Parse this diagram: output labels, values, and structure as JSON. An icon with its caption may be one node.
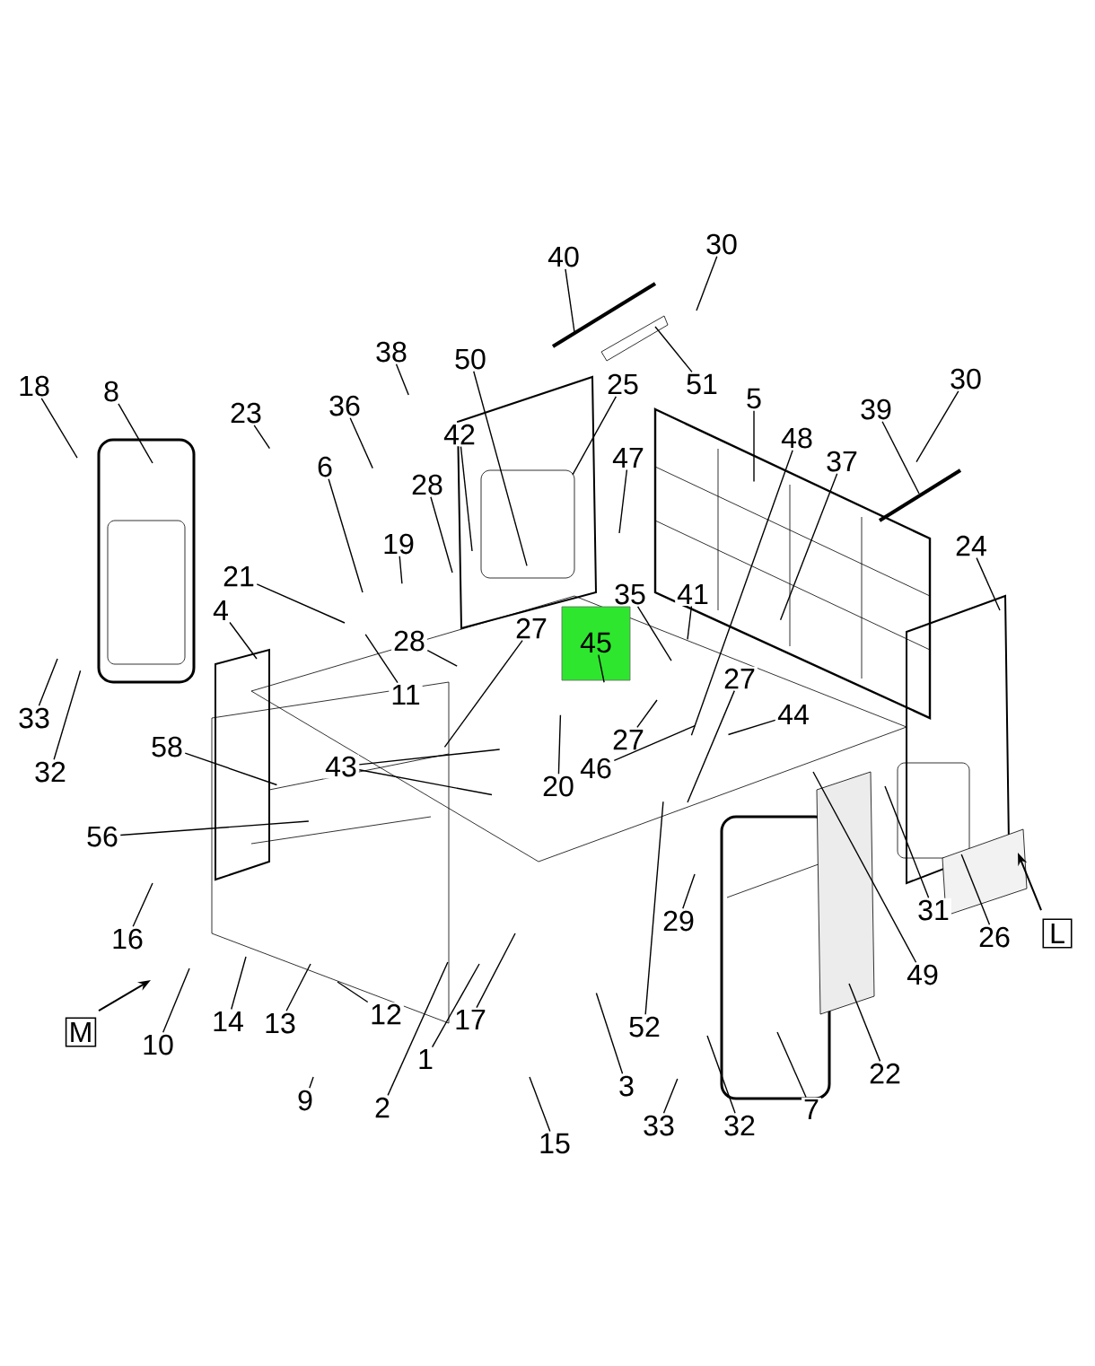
{
  "diagram": {
    "nodes": [
      {
        "text": [
          "30"
        ]
      },
      {
        "text": [
          "40"
        ]
      },
      {
        "text": [
          "38"
        ]
      },
      {
        "text": [
          "50"
        ]
      },
      {
        "text": [
          "30"
        ]
      },
      {
        "text": [
          "51"
        ]
      },
      {
        "text": [
          "25"
        ]
      },
      {
        "text": [
          "18"
        ]
      },
      {
        "text": [
          "8"
        ]
      },
      {
        "text": [
          "5"
        ]
      },
      {
        "text": [
          "36"
        ]
      },
      {
        "text": [
          "39"
        ]
      },
      {
        "text": [
          "23"
        ]
      },
      {
        "text": [
          "42"
        ]
      },
      {
        "text": [
          "48"
        ]
      },
      {
        "text": [
          "47"
        ]
      },
      {
        "text": [
          "6"
        ]
      },
      {
        "text": [
          "37"
        ]
      },
      {
        "text": [
          "28"
        ]
      },
      {
        "text": [
          "24"
        ]
      },
      {
        "text": [
          "19"
        ]
      },
      {
        "text": [
          "21"
        ]
      },
      {
        "text": [
          "35"
        ]
      },
      {
        "text": [
          "41"
        ]
      },
      {
        "text": [
          "4"
        ]
      },
      {
        "text": [
          "27"
        ]
      },
      {
        "text": [
          "28"
        ]
      },
      {
        "text": [
          "45"
        ]
      },
      {
        "text": [
          "27"
        ]
      },
      {
        "text": [
          "11"
        ]
      },
      {
        "text": [
          "44"
        ]
      },
      {
        "text": [
          "33"
        ]
      },
      {
        "text": [
          "27"
        ]
      },
      {
        "text": [
          "58"
        ]
      },
      {
        "text": [
          "43"
        ]
      },
      {
        "text": [
          "46"
        ]
      },
      {
        "text": [
          "32"
        ]
      },
      {
        "text": [
          "20"
        ]
      },
      {
        "text": [
          "56"
        ]
      },
      {
        "text": [
          "31"
        ]
      },
      {
        "text": [
          "29"
        ]
      },
      {
        "text": [
          "L"
        ]
      },
      {
        "text": [
          "26"
        ]
      },
      {
        "text": [
          "16"
        ]
      },
      {
        "text": [
          "49"
        ]
      },
      {
        "text": [
          "17"
        ]
      },
      {
        "text": [
          "12"
        ]
      },
      {
        "text": [
          "14"
        ]
      },
      {
        "text": [
          "13"
        ]
      },
      {
        "text": [
          "52"
        ]
      },
      {
        "text": [
          "M"
        ]
      },
      {
        "text": [
          "10"
        ]
      },
      {
        "text": [
          "1"
        ]
      },
      {
        "text": [
          "22"
        ]
      },
      {
        "text": [
          "3"
        ]
      },
      {
        "text": [
          "9"
        ]
      },
      {
        "text": [
          "2"
        ]
      },
      {
        "text": [
          "7"
        ]
      },
      {
        "text": [
          "33"
        ]
      },
      {
        "text": [
          "32"
        ]
      },
      {
        "text": [
          "15"
        ]
      }
    ],
    "edges": [
      {
        "from": 0,
        "to": null,
        "arrow": "none"
      },
      {
        "from": 1,
        "to": null,
        "arrow": "none"
      },
      {
        "from": 2,
        "to": null,
        "arrow": "none"
      },
      {
        "from": 3,
        "to": null,
        "arrow": "none"
      },
      {
        "from": 4,
        "to": null,
        "arrow": "none"
      },
      {
        "from": 5,
        "to": null,
        "arrow": "none"
      },
      {
        "from": 6,
        "to": null,
        "arrow": "none"
      },
      {
        "from": 7,
        "to": null,
        "arrow": "none"
      },
      {
        "from": 8,
        "to": null,
        "arrow": "none"
      },
      {
        "from": 9,
        "to": null,
        "arrow": "none"
      },
      {
        "from": 10,
        "to": null,
        "arrow": "none"
      },
      {
        "from": 11,
        "to": null,
        "arrow": "none"
      },
      {
        "from": 12,
        "to": null,
        "arrow": "none"
      },
      {
        "from": 13,
        "to": null,
        "arrow": "none"
      },
      {
        "from": 14,
        "to": null,
        "arrow": "none"
      },
      {
        "from": 15,
        "to": null,
        "arrow": "none"
      },
      {
        "from": 16,
        "to": null,
        "arrow": "none"
      },
      {
        "from": 17,
        "to": null,
        "arrow": "none"
      },
      {
        "from": 18,
        "to": null,
        "arrow": "none"
      },
      {
        "from": 19,
        "to": null,
        "arrow": "none"
      },
      {
        "from": 20,
        "to": null,
        "arrow": "none"
      },
      {
        "from": 21,
        "to": null,
        "arrow": "none"
      },
      {
        "from": 22,
        "to": null,
        "arrow": "none"
      },
      {
        "from": 23,
        "to": null,
        "arrow": "none"
      },
      {
        "from": 24,
        "to": null,
        "arrow": "none"
      },
      {
        "from": 25,
        "to": null,
        "arrow": "none"
      },
      {
        "from": 26,
        "to": null,
        "arrow": "none"
      },
      {
        "from": 27,
        "to": null,
        "arrow": "none"
      },
      {
        "from": 28,
        "to": null,
        "arrow": "none"
      },
      {
        "from": 29,
        "to": null,
        "arrow": "none"
      },
      {
        "from": 30,
        "to": null,
        "arrow": "none"
      },
      {
        "from": 31,
        "to": null,
        "arrow": "none"
      },
      {
        "from": 32,
        "to": null,
        "arrow": "none"
      },
      {
        "from": 33,
        "to": null,
        "arrow": "none"
      },
      {
        "from": 34,
        "to": null,
        "arrow": "none"
      },
      {
        "from": 34,
        "to": null,
        "arrow": "none"
      },
      {
        "from": 35,
        "to": null,
        "arrow": "none"
      },
      {
        "from": 36,
        "to": null,
        "arrow": "none"
      },
      {
        "from": 37,
        "to": null,
        "arrow": "none"
      },
      {
        "from": 38,
        "to": null,
        "arrow": "none"
      },
      {
        "from": 39,
        "to": null,
        "arrow": "none"
      },
      {
        "from": 40,
        "to": null,
        "arrow": "none"
      },
      {
        "from": 42,
        "to": null,
        "arrow": "none"
      },
      {
        "from": 43,
        "to": null,
        "arrow": "none"
      },
      {
        "from": 44,
        "to": null,
        "arrow": "none"
      },
      {
        "from": 45,
        "to": null,
        "arrow": "none"
      },
      {
        "from": 46,
        "to": null,
        "arrow": "none"
      },
      {
        "from": 47,
        "to": null,
        "arrow": "none"
      },
      {
        "from": 48,
        "to": null,
        "arrow": "none"
      },
      {
        "from": 49,
        "to": null,
        "arrow": "none"
      },
      {
        "from": 51,
        "to": null,
        "arrow": "none"
      },
      {
        "from": 52,
        "to": null,
        "arrow": "none"
      },
      {
        "from": 53,
        "to": null,
        "arrow": "none"
      },
      {
        "from": 54,
        "to": null,
        "arrow": "none"
      },
      {
        "from": 55,
        "to": null,
        "arrow": "none"
      },
      {
        "from": 56,
        "to": null,
        "arrow": "none"
      },
      {
        "from": 57,
        "to": null,
        "arrow": "none"
      },
      {
        "from": 58,
        "to": null,
        "arrow": "none"
      },
      {
        "from": 59,
        "to": null,
        "arrow": "none"
      },
      {
        "from": 60,
        "to": null,
        "arrow": "none"
      }
    ]
  }
}
